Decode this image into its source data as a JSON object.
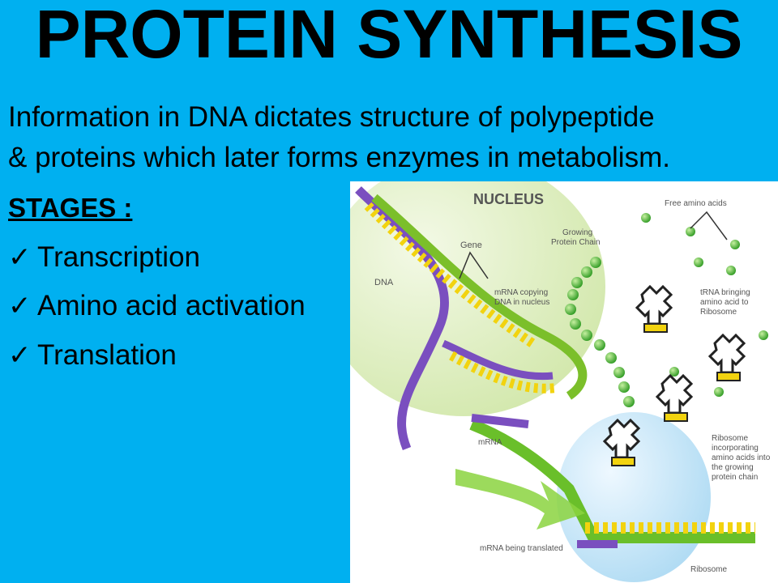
{
  "slide": {
    "title": "PROTEIN SYNTHESIS",
    "intro_line1": "Information in DNA dictates structure of polypeptide",
    "intro_line2": "& proteins which later forms enzymes in metabolism.",
    "stages_heading": "STAGES :",
    "check_icon": "checkmark-icon",
    "stages": [
      "Transcription",
      "Amino acid activation",
      "Translation"
    ]
  },
  "figure": {
    "labels": {
      "nucleus": "NUCLEUS",
      "dna": "DNA",
      "gene": "Gene",
      "mrna_copying_1": "mRNA copying",
      "mrna_copying_2": "DNA in nucleus",
      "growing_1": "Growing",
      "growing_2": "Protein Chain",
      "free_amino": "Free amino acids",
      "trna_1": "tRNA bringing",
      "trna_2": "amino acid to",
      "trna_3": "Ribosome",
      "mrna": "mRNA",
      "ribosome_inc_1": "Ribosome",
      "ribosome_inc_2": "incorporating",
      "ribosome_inc_3": "amino acids into",
      "ribosome_inc_4": "the growing",
      "ribosome_inc_5": "protein chain",
      "mrna_translated": "mRNA being translated",
      "ribosome": "Ribosome"
    }
  }
}
